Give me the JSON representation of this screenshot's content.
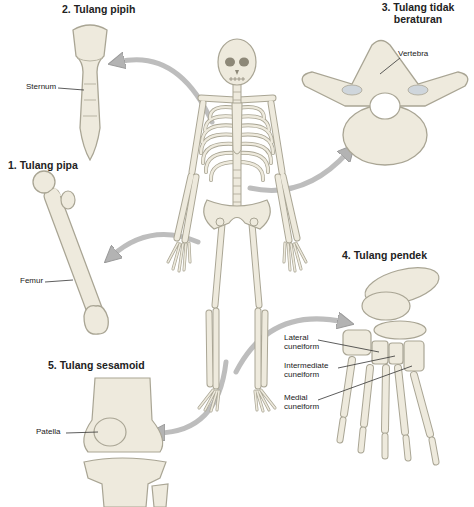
{
  "diagram": {
    "labels": [
      "2. Tulang pipih",
      "3. Tulang tidak beraturan",
      "Vertebra",
      "Sternum",
      "1. Tulang pipa",
      "Femur",
      "4. Tulang pendek",
      "Lateral cuneiform",
      "Intermediate cuneiform",
      "Medial cuneiform",
      "5. Tulang sesamoid",
      "Patella"
    ]
  }
}
